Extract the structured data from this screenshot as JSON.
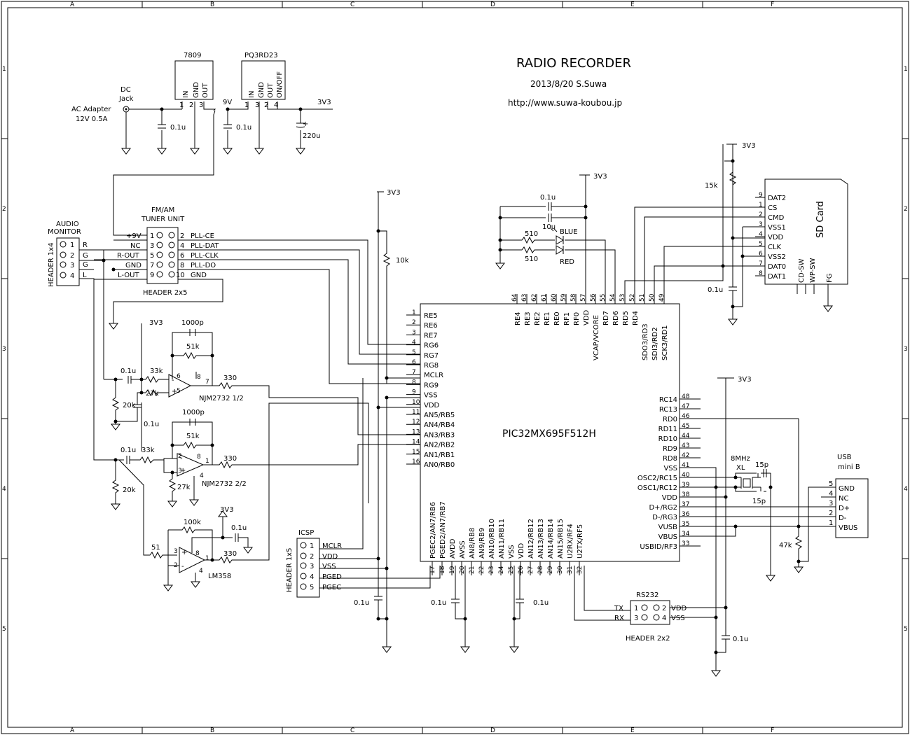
{
  "title": {
    "main": "RADIO RECORDER",
    "date_author": "2013/8/20 S.Suwa",
    "url": "http://www.suwa-koubou.jp"
  },
  "frame": {
    "columns": [
      "A",
      "B",
      "C",
      "D",
      "E",
      "F"
    ],
    "rows": [
      "1",
      "2",
      "3",
      "4",
      "5"
    ]
  },
  "power": {
    "reg1_name": "7809",
    "reg2_name": "PQ3RD23",
    "reg1_pins": [
      "IN",
      "GND",
      "OUT"
    ],
    "reg2_pins": [
      "IN",
      "GND",
      "OUT",
      "ON/OFF"
    ],
    "reg1_pin_nums": [
      "1",
      "2",
      "3"
    ],
    "reg2_pin_nums": [
      "1",
      "3",
      "2",
      "4"
    ],
    "dc_jack": [
      "DC",
      "Jack"
    ],
    "adapter": [
      "AC Adapter",
      "12V 0.5A"
    ],
    "net_9v": "9V",
    "net_3v3": "3V3",
    "caps": [
      "0.1u",
      "0.1u",
      "220u"
    ]
  },
  "mcu": {
    "name": "PIC32MX695F512H",
    "left_pins": [
      {
        "n": "1",
        "l": "RE5"
      },
      {
        "n": "2",
        "l": "RE6"
      },
      {
        "n": "3",
        "l": "RE7"
      },
      {
        "n": "4",
        "l": "RG6"
      },
      {
        "n": "5",
        "l": "RG7"
      },
      {
        "n": "6",
        "l": "RG8"
      },
      {
        "n": "7",
        "l": "MCLR"
      },
      {
        "n": "8",
        "l": "RG9"
      },
      {
        "n": "9",
        "l": "VSS"
      },
      {
        "n": "10",
        "l": "VDD"
      },
      {
        "n": "11",
        "l": "AN5/RB5"
      },
      {
        "n": "12",
        "l": "AN4/RB4"
      },
      {
        "n": "13",
        "l": "AN3/RB3"
      },
      {
        "n": "14",
        "l": "AN2/RB2"
      },
      {
        "n": "15",
        "l": "AN1/RB1"
      },
      {
        "n": "16",
        "l": "AN0/RB0"
      }
    ],
    "top_pins": [
      {
        "n": "64",
        "l": "RE4"
      },
      {
        "n": "63",
        "l": "RE3"
      },
      {
        "n": "62",
        "l": "RE2"
      },
      {
        "n": "61",
        "l": "RE1"
      },
      {
        "n": "60",
        "l": "RE0"
      },
      {
        "n": "59",
        "l": "RF1"
      },
      {
        "n": "58",
        "l": "RF0"
      },
      {
        "n": "57",
        "l": "VDD"
      },
      {
        "n": "56",
        "l": "VCAP/VCORE"
      },
      {
        "n": "55",
        "l": "RD7"
      },
      {
        "n": "54",
        "l": "RD6"
      },
      {
        "n": "53",
        "l": "RD5"
      },
      {
        "n": "52",
        "l": "RD4"
      },
      {
        "n": "51",
        "l": "SDO3/RD3"
      },
      {
        "n": "50",
        "l": "SDI3/RD2"
      },
      {
        "n": "49",
        "l": "SCK3/RD1"
      }
    ],
    "right_pins": [
      {
        "n": "48",
        "l": "RC14"
      },
      {
        "n": "47",
        "l": "RC13"
      },
      {
        "n": "46",
        "l": "RD0"
      },
      {
        "n": "45",
        "l": "RD11"
      },
      {
        "n": "44",
        "l": "RD10"
      },
      {
        "n": "43",
        "l": "RD9"
      },
      {
        "n": "42",
        "l": "RD8"
      },
      {
        "n": "41",
        "l": "VSS"
      },
      {
        "n": "40",
        "l": "OSC2/RC15"
      },
      {
        "n": "39",
        "l": "OSC1/RC12"
      },
      {
        "n": "38",
        "l": "VDD"
      },
      {
        "n": "37",
        "l": "D+/RG2"
      },
      {
        "n": "36",
        "l": "D-/RG3"
      },
      {
        "n": "35",
        "l": "VUSB"
      },
      {
        "n": "34",
        "l": "VBUS"
      },
      {
        "n": "33",
        "l": "USBID/RF3"
      }
    ],
    "bottom_pins": [
      {
        "n": "17",
        "l": "PGEC2/AN7/RB6"
      },
      {
        "n": "18",
        "l": "PGED2/AN7/RB7"
      },
      {
        "n": "19",
        "l": "AVDD"
      },
      {
        "n": "20",
        "l": "AVSS"
      },
      {
        "n": "21",
        "l": "AN8/RB8"
      },
      {
        "n": "22",
        "l": "AN9/RB9"
      },
      {
        "n": "23",
        "l": "AN10/RB10"
      },
      {
        "n": "24",
        "l": "AN11/RB11"
      },
      {
        "n": "25",
        "l": "VSS"
      },
      {
        "n": "26",
        "l": "VDD"
      },
      {
        "n": "27",
        "l": "AN12/RB12"
      },
      {
        "n": "28",
        "l": "AN13/RB13"
      },
      {
        "n": "29",
        "l": "AN14/RB14"
      },
      {
        "n": "30",
        "l": "AN15/RB15"
      },
      {
        "n": "31",
        "l": "U2RX/RF4"
      },
      {
        "n": "32",
        "l": "U2TX/RF5"
      }
    ]
  },
  "tuner": {
    "title": [
      "FM/AM",
      "TUNER UNIT"
    ],
    "header": "HEADER 2x5",
    "left": [
      {
        "n": "1",
        "l": "+9V"
      },
      {
        "n": "3",
        "l": "NC"
      },
      {
        "n": "5",
        "l": "R-OUT"
      },
      {
        "n": "7",
        "l": "GND"
      },
      {
        "n": "9",
        "l": "L-OUT"
      }
    ],
    "right": [
      {
        "n": "2",
        "l": "PLL-CE"
      },
      {
        "n": "4",
        "l": "PLL-DAT"
      },
      {
        "n": "6",
        "l": "PLL-CLK"
      },
      {
        "n": "8",
        "l": "PLL-DO"
      },
      {
        "n": "10",
        "l": "GND"
      }
    ]
  },
  "audio": {
    "title": [
      "AUDIO",
      "MONITOR"
    ],
    "header": "HEADER 1x4",
    "pins": [
      {
        "n": "1",
        "l": "R"
      },
      {
        "n": "2",
        "l": "G"
      },
      {
        "n": "3",
        "l": "G"
      },
      {
        "n": "4",
        "l": "L"
      }
    ]
  },
  "sdcard": {
    "title": "SD Card",
    "pins": [
      {
        "n": "9",
        "l": "DAT2"
      },
      {
        "n": "1",
        "l": "CS"
      },
      {
        "n": "2",
        "l": "CMD"
      },
      {
        "n": "3",
        "l": "VSS1"
      },
      {
        "n": "4",
        "l": "VDD"
      },
      {
        "n": "5",
        "l": "CLK"
      },
      {
        "n": "6",
        "l": "VSS2"
      },
      {
        "n": "7",
        "l": "DAT0"
      },
      {
        "n": "8",
        "l": "DAT1"
      }
    ],
    "bottom": [
      "CD-SW",
      "WP-SW",
      "FG"
    ],
    "r": "15k",
    "c": "0.1u",
    "net": "3V3"
  },
  "leds": {
    "cap": "0.1u",
    "cap2": "10u",
    "r1": "510",
    "r2": "510",
    "blue": "BLUE",
    "red": "RED",
    "net": "3V3"
  },
  "mclr": {
    "r": "10k",
    "net": "3V3"
  },
  "opamps": {
    "u1": "NJM2732 1/2",
    "u2": "NJM2732 2/2",
    "u3": "LM358",
    "net": "3V3",
    "c_fb": "1000p",
    "r_fb": "51k",
    "r_in": "33k",
    "r_bias": "27k",
    "c_in": "0.1u",
    "r_out": "330",
    "r_gnd": "20k",
    "r3_fb": "100k",
    "r3_in": "51",
    "c3": "0.1u",
    "c_bias": "0.1u"
  },
  "icsp": {
    "title": "ICSP",
    "header": "HEADER 1x5",
    "pins": [
      {
        "n": "1",
        "l": "MCLR"
      },
      {
        "n": "2",
        "l": "VDD"
      },
      {
        "n": "3",
        "l": "VSS"
      },
      {
        "n": "4",
        "l": "PGED"
      },
      {
        "n": "5",
        "l": "PGEC"
      }
    ]
  },
  "rs232": {
    "title": "RS232",
    "header": "HEADER 2x2",
    "left": [
      {
        "n": "1",
        "l": "TX"
      },
      {
        "n": "3",
        "l": "RX"
      }
    ],
    "right": [
      {
        "n": "2",
        "l": "VDD"
      },
      {
        "n": "4",
        "l": "VSS"
      }
    ]
  },
  "usb": {
    "title": [
      "USB",
      "mini B"
    ],
    "pins": [
      {
        "n": "5",
        "l": "GND"
      },
      {
        "n": "4",
        "l": "NC"
      },
      {
        "n": "3",
        "l": "D+"
      },
      {
        "n": "2",
        "l": "D-"
      },
      {
        "n": "1",
        "l": "VBUS"
      }
    ],
    "r": "47k"
  },
  "xtal": {
    "freq": "8MHz",
    "name": "XL",
    "c1": "15p",
    "c2": "15p"
  },
  "bottom_caps": [
    "0.1u",
    "0.1u",
    "0.1u",
    "0.1u"
  ],
  "rail_3v3": "3V3"
}
